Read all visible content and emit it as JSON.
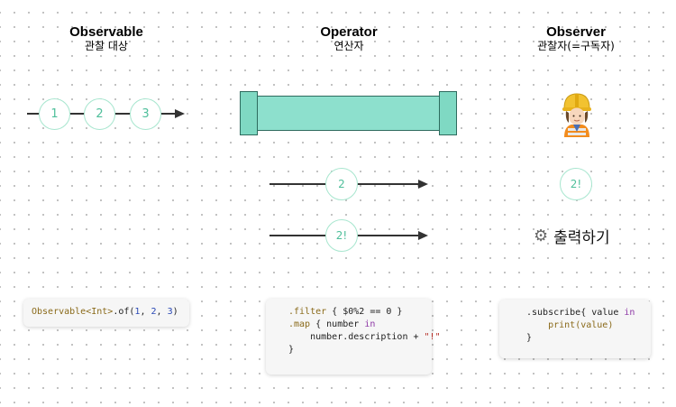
{
  "columns": {
    "observable": {
      "title": "Observable",
      "subtitle": "관찰 대상"
    },
    "operator": {
      "title": "Operator",
      "subtitle": "연산자"
    },
    "observer": {
      "title": "Observer",
      "subtitle": "관찰자(=구독자)"
    }
  },
  "stream": {
    "values": [
      "1",
      "2",
      "3"
    ]
  },
  "operator_outputs": {
    "filter_result": "2",
    "map_result": "2!"
  },
  "observer": {
    "emoji": "woman-construction-worker",
    "received": "2!",
    "action_icon": "gear-icon",
    "action_label": "출력하기"
  },
  "code": {
    "observable": {
      "type_name": "Observable",
      "generic": "<Int>",
      "call": ".of(",
      "args": [
        "1",
        "2",
        "3"
      ],
      "close": ")"
    },
    "operator": {
      "filter_kw": ".filter",
      "filter_body": " { $0%2 == 0 }",
      "map_kw": ".map",
      "map_open": " { number ",
      "map_in": "in",
      "map_line2": "number.description + ",
      "map_str": "\"!\"",
      "close": "}"
    },
    "observer": {
      "subscribe": ".subscribe{ value ",
      "in_kw": "in",
      "print": "print(value)",
      "close": "}"
    }
  },
  "colors": {
    "marble_border": "#a8e6cf",
    "marble_text": "#4fbf9b",
    "pipe_fill": "#8de0cd",
    "pipe_stroke": "#2e6b5e",
    "arrow": "#333333"
  }
}
